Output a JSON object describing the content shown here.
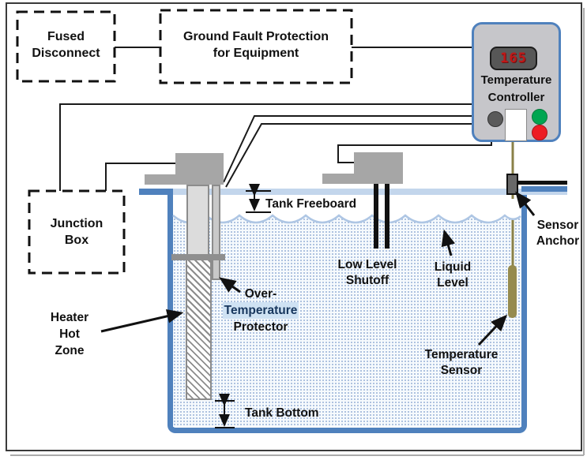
{
  "boxes": {
    "fused_disconnect": {
      "line1": "Fused",
      "line2": "Disconnect"
    },
    "ground_fault_protection": {
      "line1": "Ground Fault Protection",
      "line2": "for Equipment"
    },
    "junction_box": {
      "line1": "Junction",
      "line2": "Box"
    }
  },
  "controller": {
    "display_value": "165",
    "name_line1": "Temperature",
    "name_line2": "Controller"
  },
  "labels": {
    "tank_freeboard": "Tank Freeboard",
    "low_level_line1": "Low Level",
    "low_level_line2": "Shutoff",
    "liquid_level_line1": "Liquid",
    "liquid_level_line2": "Level",
    "sensor_anchor_line1": "Sensor",
    "sensor_anchor_line2": "Anchor",
    "heater_line1": "Heater",
    "heater_line2": "Hot",
    "heater_line3": "Zone",
    "over_temp_line1": "Over-",
    "over_temp_line2": "Temperature",
    "over_temp_line3": "Protector",
    "temp_sensor_line1": "Temperature",
    "temp_sensor_line2": "Sensor",
    "tank_bottom": "Tank Bottom"
  },
  "colors": {
    "tank_wall": "#4f81bd",
    "tank_rim": "#c3d6ec",
    "wave_line": "#aec6e4",
    "liquid_dots": "#9cb4d8",
    "display_bg": "#575757",
    "display_text_red": "#c01818",
    "led_green": "#00a651",
    "led_red": "#ed1c24",
    "sensor_olive": "#968b4e",
    "fixture_gray": "#a6a6a6",
    "highlight_bg": "#cfe2f3",
    "highlight_text": "#17365d"
  }
}
